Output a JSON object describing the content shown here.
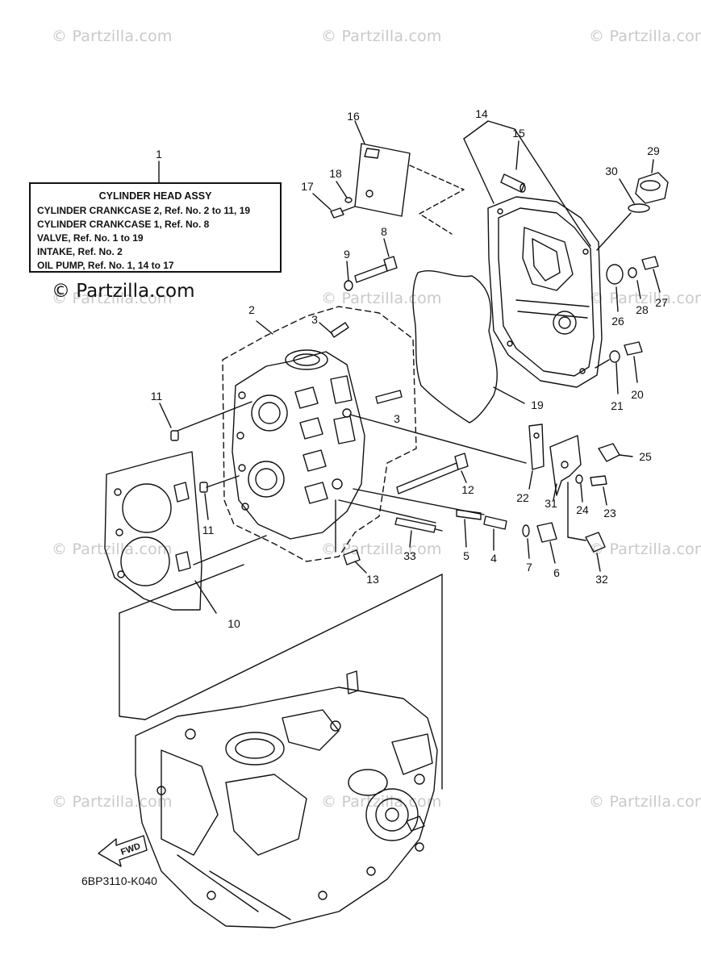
{
  "watermarks": [
    "© Partzilla.com",
    "© Partzilla.com",
    "© Partzilla.com",
    "© Partzilla.com",
    "© Partzilla.com",
    "© Partzilla.com",
    "© Partzilla.com",
    "© Partzilla.com",
    "© Partzilla.com",
    "© Partzilla.com",
    "© Partzilla.com",
    "© Partzilla.com"
  ],
  "legend": {
    "title": "CYLINDER HEAD ASSY",
    "lines": [
      "CYLINDER CRANKCASE 2,  Ref. No. 2 to 11, 19",
      "CYLINDER CRANKCASE 1,  Ref. No. 8",
      "VALVE,  Ref. No. 1 to 19",
      "INTAKE,  Ref. No. 2",
      "OIL PUMP,  Ref. No. 1, 14 to 17"
    ]
  },
  "brand_mark": "© Partzilla.com",
  "diagram_code": "6BP3110-K040",
  "fwd_label": "FWD",
  "callouts": [
    "1",
    "2",
    "3",
    "3",
    "4",
    "5",
    "6",
    "7",
    "8",
    "9",
    "10",
    "11",
    "11",
    "12",
    "13",
    "14",
    "15",
    "16",
    "17",
    "18",
    "19",
    "20",
    "21",
    "22",
    "23",
    "24",
    "25",
    "26",
    "27",
    "28",
    "29",
    "30",
    "31",
    "32",
    "33"
  ],
  "colors": {
    "line": "#111111",
    "watermark": "#c9c9c9",
    "background": "#ffffff"
  }
}
